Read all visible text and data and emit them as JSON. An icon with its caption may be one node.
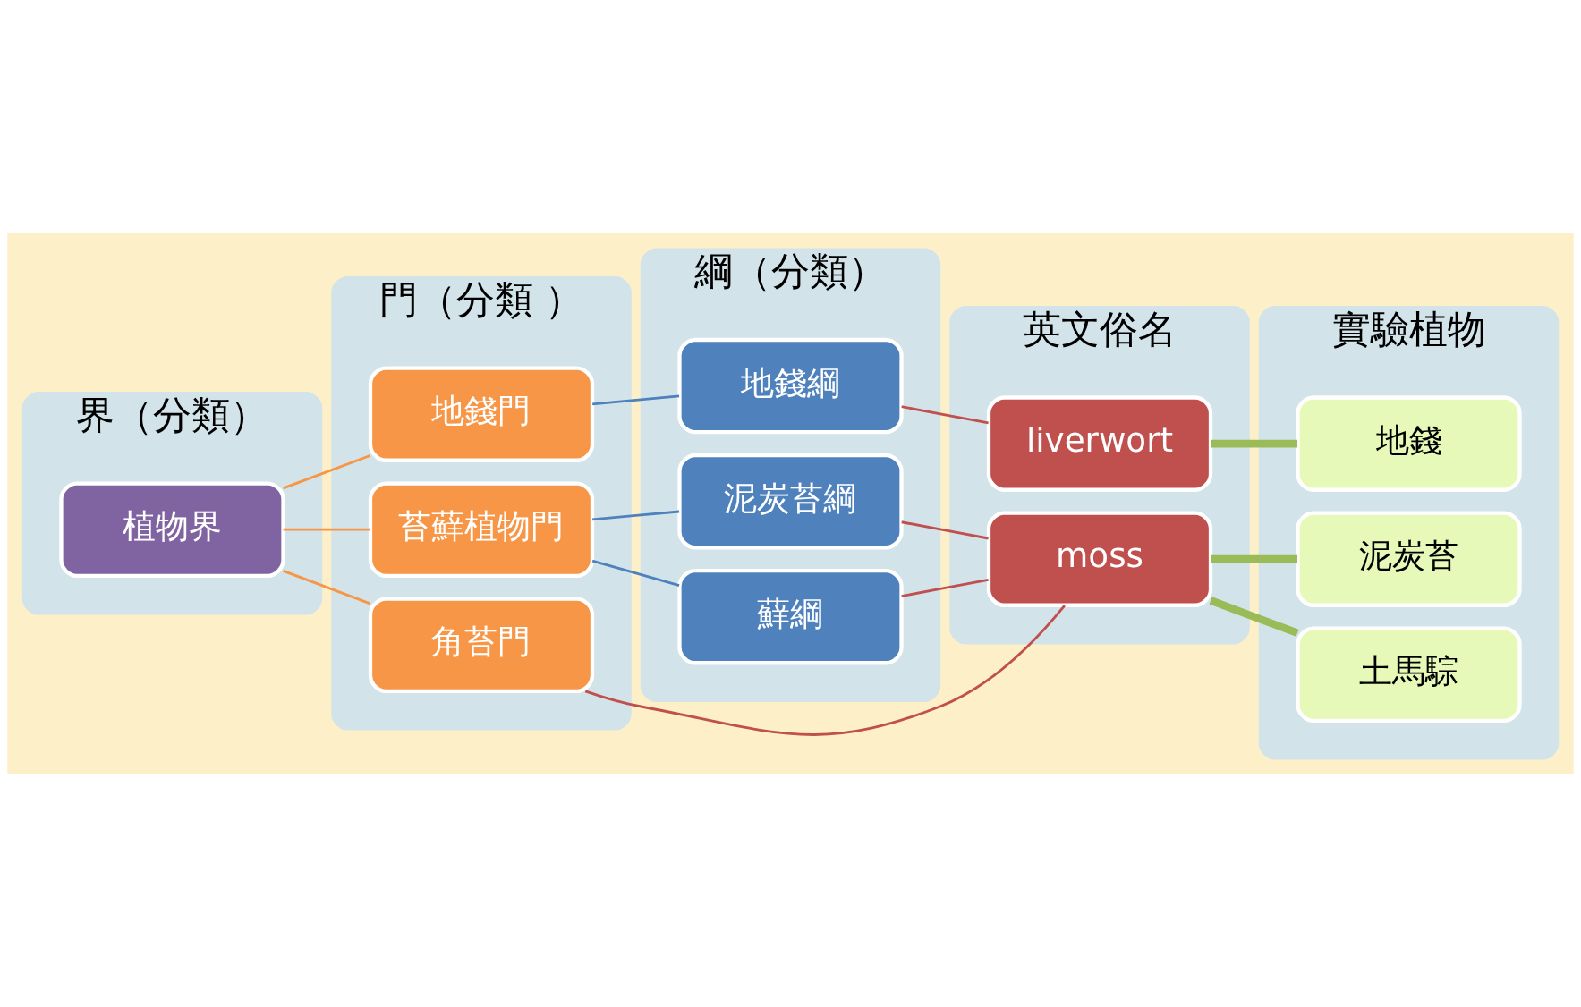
{
  "diagram": {
    "nodes": [
      {
        "text": [
          "界（分類）"
        ]
      },
      {
        "text": [
          "植物界"
        ],
        "in": 0
      },
      {
        "text": [
          "門（分類 ）"
        ]
      },
      {
        "text": [
          "苔蘚植物門"
        ],
        "in": 2
      },
      {
        "text": [
          "角苔門"
        ],
        "in": 2
      },
      {
        "text": [
          "地錢門"
        ],
        "in": 2
      },
      {
        "text": [
          "綱（分類）"
        ]
      },
      {
        "text": [
          "泥炭苔綱"
        ],
        "in": 6
      },
      {
        "text": [
          "蘚綱"
        ],
        "in": 6
      },
      {
        "text": [
          "地錢綱"
        ],
        "in": 6
      },
      {
        "text": [
          "英文俗名"
        ]
      },
      {
        "text": [
          "moss"
        ],
        "in": 10
      },
      {
        "text": [
          "liverwort"
        ],
        "in": 10
      },
      {
        "text": [
          "實驗植物"
        ]
      },
      {
        "text": [
          "泥炭苔"
        ],
        "in": 13
      },
      {
        "text": [
          "土馬騌"
        ],
        "in": 13
      },
      {
        "text": [
          "地錢"
        ],
        "in": 13
      }
    ],
    "edges": [
      {
        "from": 1,
        "to": 3,
        "arrow": "none",
        "color": "#f79646"
      },
      {
        "from": 1,
        "to": 4,
        "arrow": "none",
        "color": "#f79646"
      },
      {
        "from": 1,
        "to": 5,
        "arrow": "none",
        "color": "#f79646"
      },
      {
        "from": 3,
        "to": 7,
        "arrow": "none",
        "color": "#4f81bd"
      },
      {
        "from": 3,
        "to": 8,
        "arrow": "none",
        "color": "#4f81bd"
      },
      {
        "from": 5,
        "to": 9,
        "arrow": "none",
        "color": "#4f81bd"
      },
      {
        "from": 7,
        "to": 11,
        "arrow": "none",
        "color": "#c0504d"
      },
      {
        "from": 8,
        "to": 11,
        "arrow": "none",
        "color": "#c0504d"
      },
      {
        "from": 4,
        "to": 11,
        "arrow": "none",
        "color": "#c0504d"
      },
      {
        "from": 9,
        "to": 12,
        "arrow": "none",
        "color": "#c0504d"
      },
      {
        "from": 11,
        "to": 14,
        "arrow": "none",
        "style": "thick",
        "color": "#9bbb59"
      },
      {
        "from": 11,
        "to": 15,
        "arrow": "none",
        "style": "thick",
        "color": "#9bbb59"
      },
      {
        "from": 12,
        "to": 16,
        "arrow": "none",
        "style": "thick",
        "color": "#9bbb59"
      }
    ]
  }
}
